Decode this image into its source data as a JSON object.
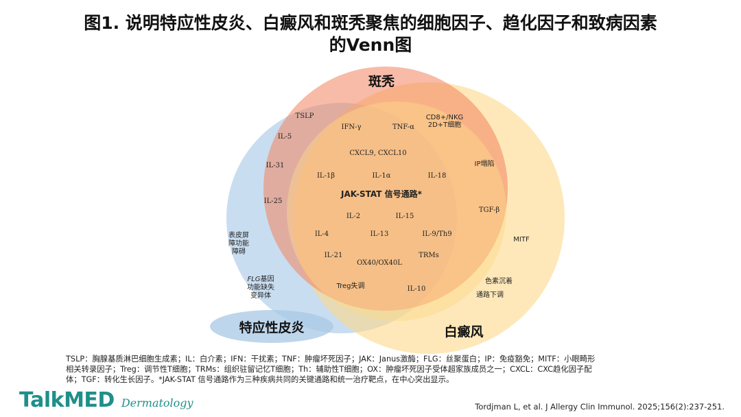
{
  "title": {
    "line1": "图1. 说明特应性皮炎、白癜风和斑秃聚焦的细胞因子、趋化因子和致病因素",
    "line2": "的Venn图"
  },
  "colors": {
    "alopecia": "#f2845f",
    "dermatitis": "#a8c8e6",
    "vitiligo": "#fdd98a"
  },
  "circles": {
    "alopecia": {
      "label": "斑秃"
    },
    "dermatitis": {
      "label": "特应性皮炎"
    },
    "vitiligo": {
      "label": "白癜风"
    }
  },
  "labels": {
    "tslp": "TSLP",
    "il5": "IL-5",
    "il31": "IL-31",
    "il25": "IL-25",
    "barrier1": "表皮屏",
    "barrier2": "障功能",
    "barrier3": "障碍",
    "flg1_italic": "FLG",
    "flg1_rest": "基因",
    "flg2": "功能缺失",
    "flg3": "变异体",
    "ifng": "IFN-γ",
    "tnfa": "TNF-α",
    "cd8_1": "CD8+/NKG",
    "cd8_2": "2D+T细胞",
    "cxcl": "CXCL9, CXCL10",
    "ip": "IP塌陷",
    "il1b": "IL-1β",
    "il1a": "IL-1α",
    "il18": "IL-18",
    "jak": "JAK-STAT 信号通路*",
    "tgfb": "TGF-β",
    "il2": "IL-2",
    "il15": "IL-15",
    "mitf": "MITF",
    "il4": "IL-4",
    "il13": "IL-13",
    "il9": "IL-9/Th9",
    "il21": "IL-21",
    "trms": "TRMs",
    "ox40": "OX40/OX40L",
    "pigment1": "色素沉着",
    "pigment2": "通路下调",
    "treg": "Treg失调",
    "il10": "IL-10"
  },
  "footnote": {
    "line1": "TSLP：胸腺基质淋巴细胞生成素；IL：白介素；IFN：干扰素；TNF：肿瘤坏死因子；JAK：Janus激酶；FLG：丝聚蛋白；IP：免疫豁免；MITF：小眼畸形",
    "line2": "相关转录因子；Treg：调节性T细胞；TRMs：组织驻留记忆T细胞；Th：辅助性T细胞；OX：肿瘤坏死因子受体超家族成员之一；CXCL：CXC趋化因子配",
    "line3": "体；TGF：转化生长因子。*JAK-STAT 信号通路作为三种疾病共同的关键通路和统一治疗靶点，在中心突出显示。"
  },
  "logo": {
    "main": "TalkMED",
    "sub": "Dermatology"
  },
  "citation": "Tordjman L, et al. J Allergy Clin Immunol. 2025;156(2):237-251."
}
